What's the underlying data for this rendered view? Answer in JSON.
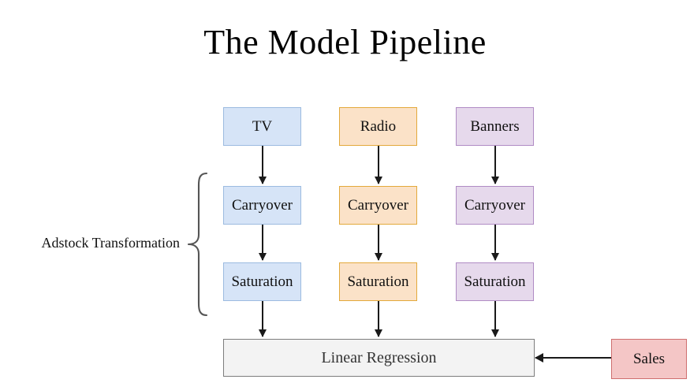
{
  "diagram": {
    "title": "The Model Pipeline",
    "brace_label": "Adstock Transformation",
    "columns": [
      {
        "key": "tv",
        "channel": "TV",
        "carryover": "Carryover",
        "saturation": "Saturation",
        "fill": "#d6e4f7",
        "stroke": "#9cbbe0"
      },
      {
        "key": "radio",
        "channel": "Radio",
        "carryover": "Carryover",
        "saturation": "Saturation",
        "fill": "#fbe2c8",
        "stroke": "#e3a93b"
      },
      {
        "key": "banners",
        "channel": "Banners",
        "carryover": "Carryover",
        "saturation": "Saturation",
        "fill": "#e6d9ec",
        "stroke": "#b08bc4"
      }
    ],
    "regression": {
      "label": "Linear Regression",
      "fill": "#f3f3f3",
      "stroke": "#7d7d7d"
    },
    "target": {
      "label": "Sales",
      "fill": "#f4c6c6",
      "stroke": "#cf6f6f"
    },
    "arrow_color": "#1a1a1a"
  }
}
